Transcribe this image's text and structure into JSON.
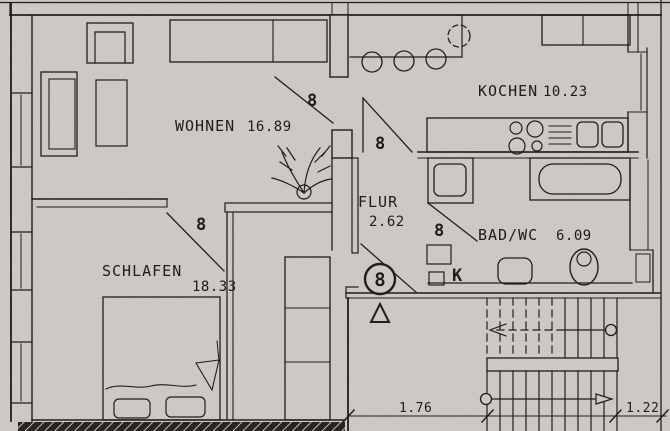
{
  "plan": {
    "rooms": [
      {
        "name": "WOHNEN",
        "area": "16.89"
      },
      {
        "name": "KOCHEN",
        "area": "10.23"
      },
      {
        "name": "FLUR",
        "area": "2.62"
      },
      {
        "name": "SCHLAFEN",
        "area": "18.33"
      },
      {
        "name": "BAD/WC",
        "area": "6.09"
      }
    ],
    "door_width_labels": [
      {
        "room": "WOHNEN",
        "value": "8"
      },
      {
        "room": "KOCHEN",
        "value": "8"
      },
      {
        "room": "SCHLAFEN",
        "value": "8"
      },
      {
        "room": "BAD/WC",
        "value": "8"
      }
    ],
    "entrance": {
      "circled_unit_number": "8"
    },
    "closet": {
      "label": "K"
    },
    "dimensions": {
      "bottom_left": "1.76",
      "bottom_right": "1.22"
    },
    "icons": {
      "entrance_marker_icon": "triangle-outline"
    },
    "colors": {
      "paper": "#d9d6d0",
      "ink": "#23201b"
    }
  }
}
